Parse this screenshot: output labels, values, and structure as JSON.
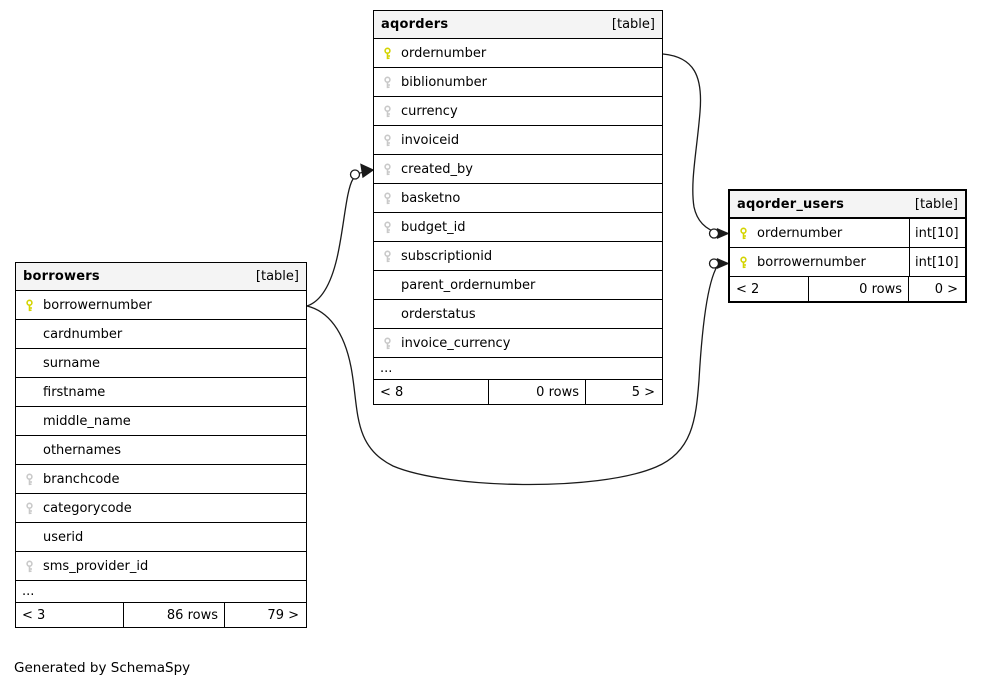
{
  "colors": {
    "pk": "#d4d400",
    "fk": "#c9c9c9",
    "header-bg": "#f4f4f4",
    "line": "#1a1a1a"
  },
  "credit": "Generated by SchemaSpy",
  "tables": {
    "aqorders": {
      "title": "aqorders",
      "badge": "[table]",
      "columns": [
        {
          "name": "ordernumber",
          "key": "pk"
        },
        {
          "name": "biblionumber",
          "key": "fk"
        },
        {
          "name": "currency",
          "key": "fk"
        },
        {
          "name": "invoiceid",
          "key": "fk"
        },
        {
          "name": "created_by",
          "key": "fk"
        },
        {
          "name": "basketno",
          "key": "fk"
        },
        {
          "name": "budget_id",
          "key": "fk"
        },
        {
          "name": "subscriptionid",
          "key": "fk"
        },
        {
          "name": "parent_ordernumber",
          "key": ""
        },
        {
          "name": "orderstatus",
          "key": ""
        },
        {
          "name": "invoice_currency",
          "key": "fk"
        }
      ],
      "more": "...",
      "nav": {
        "parents": "< 8",
        "rows": "0 rows",
        "children": "5 >"
      }
    },
    "borrowers": {
      "title": "borrowers",
      "badge": "[table]",
      "columns": [
        {
          "name": "borrowernumber",
          "key": "pk"
        },
        {
          "name": "cardnumber",
          "key": ""
        },
        {
          "name": "surname",
          "key": ""
        },
        {
          "name": "firstname",
          "key": ""
        },
        {
          "name": "middle_name",
          "key": ""
        },
        {
          "name": "othernames",
          "key": ""
        },
        {
          "name": "branchcode",
          "key": "fk"
        },
        {
          "name": "categorycode",
          "key": "fk"
        },
        {
          "name": "userid",
          "key": ""
        },
        {
          "name": "sms_provider_id",
          "key": "fk"
        }
      ],
      "more": "...",
      "nav": {
        "parents": "< 3",
        "rows": "86 rows",
        "children": "79 >"
      }
    },
    "aqorder_users": {
      "title": "aqorder_users",
      "badge": "[table]",
      "columns": [
        {
          "name": "ordernumber",
          "key": "pk",
          "type": "int[10]"
        },
        {
          "name": "borrowernumber",
          "key": "pk",
          "type": "int[10]"
        }
      ],
      "nav": {
        "parents": "< 2",
        "rows": "0 rows",
        "children": "0 >"
      }
    }
  },
  "relationships": [
    {
      "fk": "aqorders.created_by",
      "pk": "borrowers.borrowernumber",
      "marker": "zero-or-more"
    },
    {
      "fk": "aqorder_users.ordernumber",
      "pk": "aqorders.ordernumber",
      "marker": "zero-or-more"
    },
    {
      "fk": "aqorder_users.borrowernumber",
      "pk": "borrowers.borrowernumber",
      "marker": "zero-or-more"
    }
  ]
}
